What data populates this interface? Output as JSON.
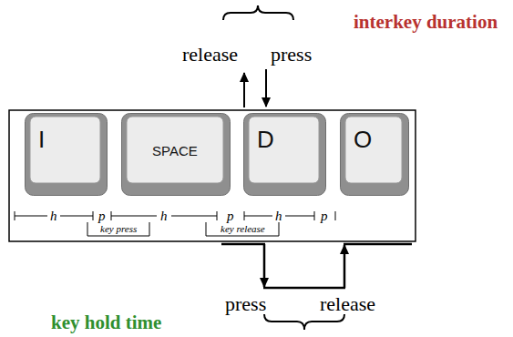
{
  "diagram": {
    "nodes": [
      {
        "text": [
          "I"
        ]
      },
      {
        "text": [
          "SPACE"
        ]
      },
      {
        "text": [
          "D"
        ]
      },
      {
        "text": [
          "O"
        ]
      }
    ],
    "labels": [
      "interkey duration",
      "release",
      "press",
      "h",
      "p",
      "h",
      "p",
      "h",
      "p",
      "key press",
      "key release",
      "press",
      "release",
      "key hold time"
    ]
  }
}
